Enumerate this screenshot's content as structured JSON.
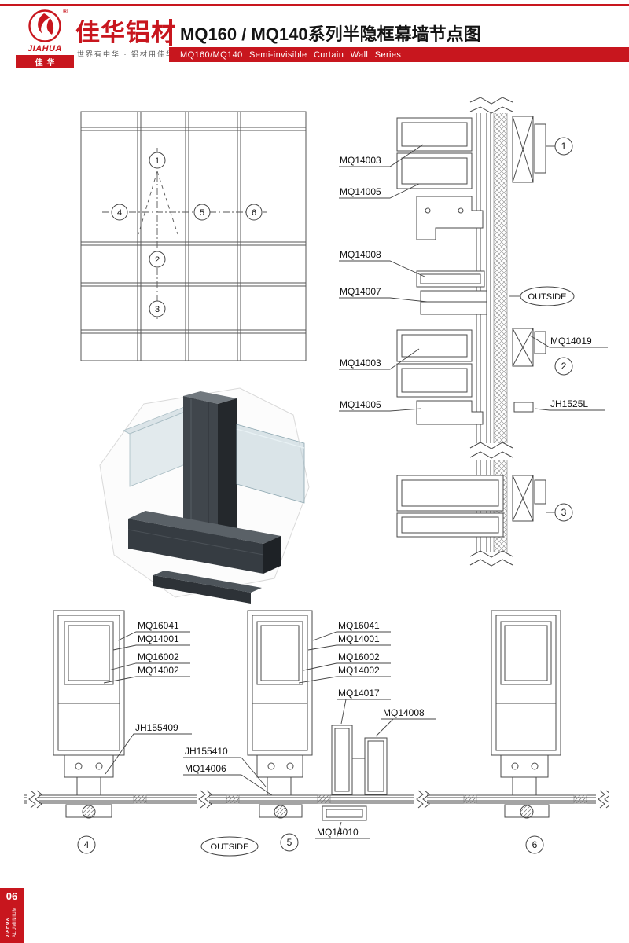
{
  "header": {
    "logo": {
      "brand": "JIAHUA",
      "registered": "®",
      "badge": "佳华"
    },
    "company": "佳华铝材",
    "slogan": "世界有中华 · 铝材用佳华",
    "title": "MQ160 / MQ140系列半隐框幕墙节点图",
    "subtitle": "MQ160/MQ140 Semi-invisible Curtain Wall Series"
  },
  "elevation": {
    "markers": [
      "1",
      "2",
      "3",
      "4",
      "5",
      "6"
    ]
  },
  "vertical_section": {
    "labels": [
      "MQ14003",
      "MQ14005",
      "MQ14008",
      "MQ14007",
      "MQ14003",
      "MQ14005"
    ],
    "label_mq14019": "MQ14019",
    "label_jh1525l": "JH1525L",
    "outside": "OUTSIDE",
    "markers": [
      "1",
      "2",
      "3"
    ]
  },
  "horizontal_section": {
    "group1": [
      "MQ16041",
      "MQ14001",
      "MQ16002",
      "MQ14002"
    ],
    "group2": [
      "MQ16041",
      "MQ14001",
      "MQ16002",
      "MQ14002"
    ],
    "label_mq14017": "MQ14017",
    "label_mq14008": "MQ14008",
    "label_jh155409": "JH155409",
    "label_jh155410": "JH155410",
    "label_mq14006": "MQ14006",
    "label_mq14010": "MQ14010",
    "outside": "OUTSIDE",
    "markers": [
      "4",
      "5",
      "6"
    ]
  },
  "footer": {
    "page_number": "06",
    "brand": "JIAHUA",
    "brand2": "ALUMINIUM"
  }
}
